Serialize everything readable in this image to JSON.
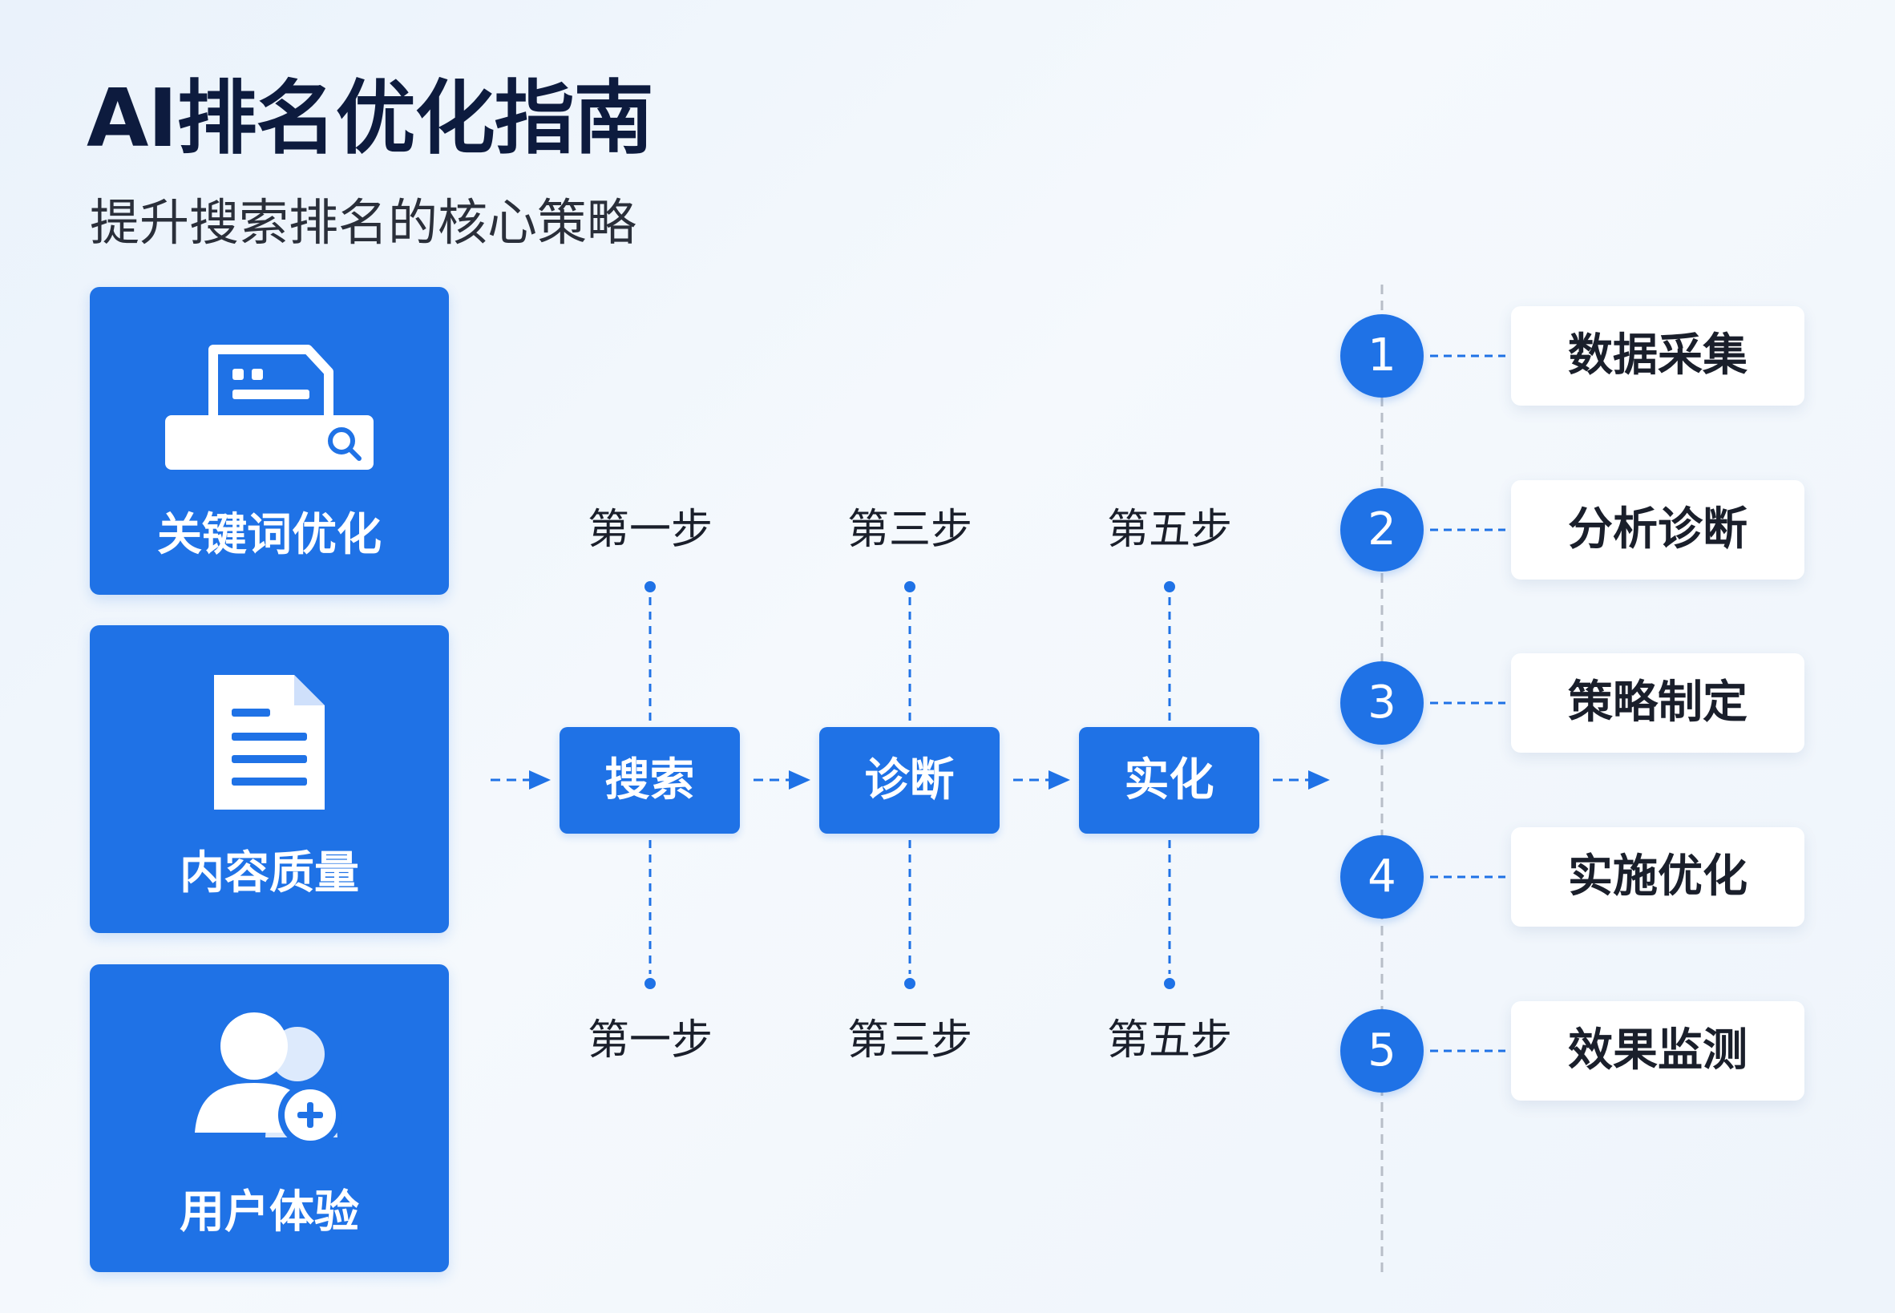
{
  "header": {
    "title": "AI排名优化指南",
    "subtitle": "提升搜索排名的核心策略"
  },
  "cards": [
    {
      "label": "关键词优化",
      "icon": "keyboard-search-icon"
    },
    {
      "label": "内容质量",
      "icon": "document-icon"
    },
    {
      "label": "用户体验",
      "icon": "users-add-icon"
    }
  ],
  "flow": {
    "boxes": [
      "搜索",
      "诊断",
      "实化"
    ],
    "top_labels": [
      "第一步",
      "第三步",
      "第五步"
    ],
    "bottom_labels": [
      "第一步",
      "第三步",
      "第五步"
    ]
  },
  "process": [
    {
      "num": "1",
      "label": "数据采集"
    },
    {
      "num": "2",
      "label": "分析诊断"
    },
    {
      "num": "3",
      "label": "策略制定"
    },
    {
      "num": "4",
      "label": "实施优化"
    },
    {
      "num": "5",
      "label": "效果监测"
    }
  ],
  "colors": {
    "accent": "#1f72e6",
    "title": "#0d1b3e",
    "connector": "#1f72e6",
    "timeline": "#b8bec8"
  }
}
